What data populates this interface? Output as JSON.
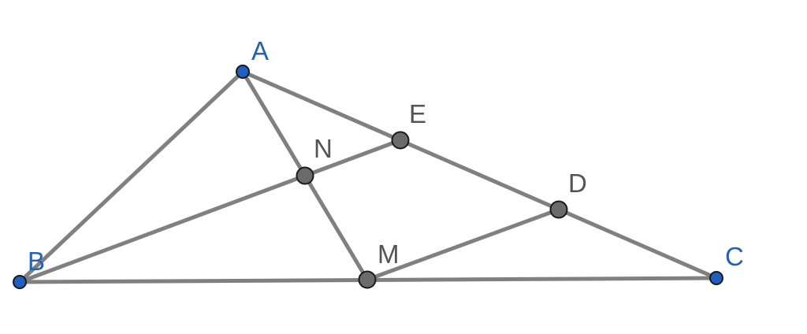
{
  "colors": {
    "segment": "#808080",
    "free_point": "#1f5fbf",
    "dependent_point": "#6b6b6b",
    "free_label": "#2563b0",
    "dependent_label": "#545454"
  },
  "points": [
    {
      "id": "A",
      "label": "A",
      "kind": "free"
    },
    {
      "id": "B",
      "label": "B",
      "kind": "free"
    },
    {
      "id": "C",
      "label": "C",
      "kind": "free"
    },
    {
      "id": "E",
      "label": "E",
      "kind": "dependent"
    },
    {
      "id": "N",
      "label": "N",
      "kind": "dependent"
    },
    {
      "id": "D",
      "label": "D",
      "kind": "dependent"
    },
    {
      "id": "M",
      "label": "M",
      "kind": "dependent"
    }
  ],
  "segments": [
    [
      "A",
      "B"
    ],
    [
      "A",
      "C"
    ],
    [
      "B",
      "C"
    ],
    [
      "A",
      "M"
    ],
    [
      "B",
      "E"
    ],
    [
      "M",
      "D"
    ]
  ]
}
